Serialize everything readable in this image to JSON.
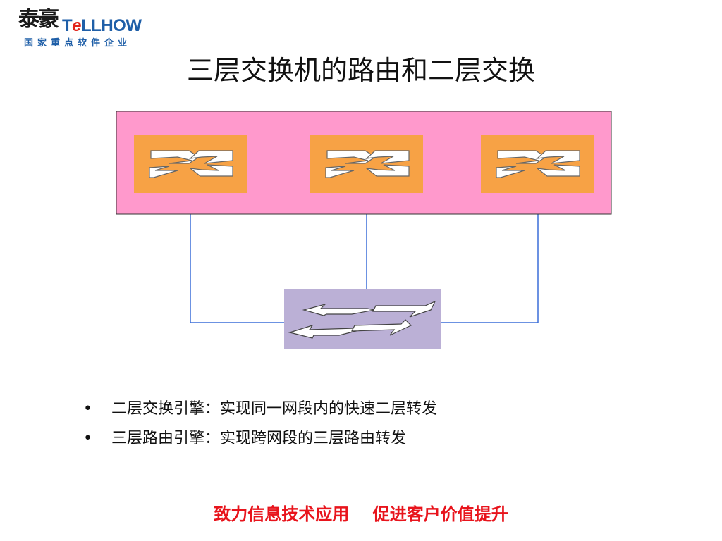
{
  "logo": {
    "chinese_name": "泰豪",
    "brand_prefix": "T",
    "brand_accent": "e",
    "brand_suffix": "LLHOW",
    "tagline": "国家重点软件企业"
  },
  "title": "三层交换机的路由和二层交换",
  "diagram": {
    "routing_box_color": "#ff99cc",
    "switch_module_color": "#f7a245",
    "l2_switch_color": "#bbb0d6",
    "link_color": "#3b6fd8",
    "switch_modules": [
      {
        "icon": "router-arrows-icon"
      },
      {
        "icon": "router-arrows-icon"
      },
      {
        "icon": "router-arrows-icon"
      }
    ],
    "l2_switch": {
      "icon": "switch-arrows-icon"
    }
  },
  "bullets": {
    "marker": "•",
    "items": [
      "二层交换引擎：实现同一网段内的快速二层转发",
      "三层路由引擎：实现跨网段的三层路由转发"
    ]
  },
  "footer": "致力信息技术应用    促进客户价值提升"
}
